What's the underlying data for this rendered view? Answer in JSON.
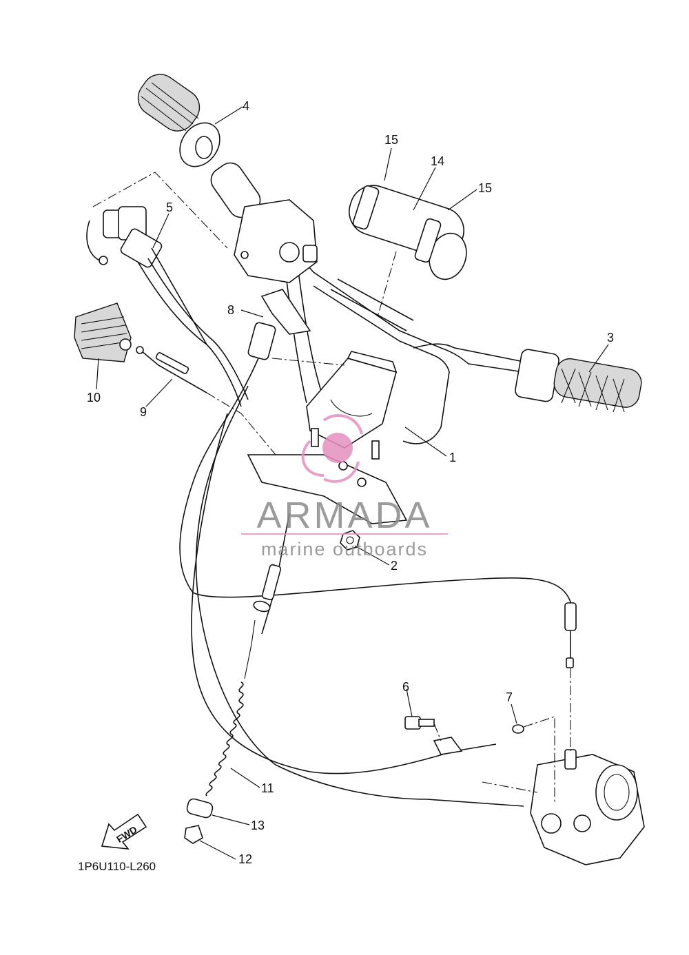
{
  "diagram": {
    "code": "1P6U110-L260",
    "fwd_label": "FWD",
    "watermark": {
      "brand": "ARMADA",
      "tagline": "marine outboards",
      "accent_color": "#e58fbf",
      "text_color": "#8a8a8a"
    },
    "callouts": [
      {
        "id": "1",
        "label": "1"
      },
      {
        "id": "2",
        "label": "2"
      },
      {
        "id": "3",
        "label": "3"
      },
      {
        "id": "4",
        "label": "4"
      },
      {
        "id": "5",
        "label": "5"
      },
      {
        "id": "6",
        "label": "6"
      },
      {
        "id": "7",
        "label": "7"
      },
      {
        "id": "8",
        "label": "8"
      },
      {
        "id": "9",
        "label": "9"
      },
      {
        "id": "10",
        "label": "10"
      },
      {
        "id": "11",
        "label": "11"
      },
      {
        "id": "12",
        "label": "12"
      },
      {
        "id": "13",
        "label": "13"
      },
      {
        "id": "14",
        "label": "14"
      },
      {
        "id": "15a",
        "label": "15"
      },
      {
        "id": "15b",
        "label": "15"
      }
    ]
  }
}
